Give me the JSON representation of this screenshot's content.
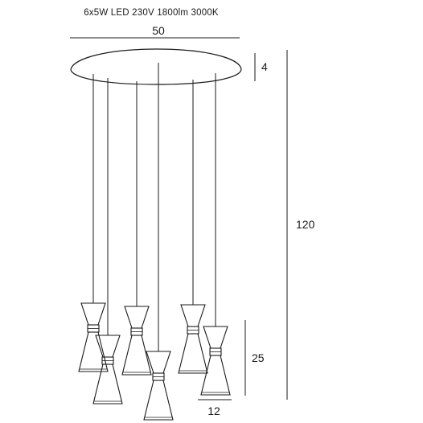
{
  "spec_line": "6x5W LED 230V 1800lm 3000K",
  "dimensions": {
    "canopy_diameter": "50",
    "canopy_height": "4",
    "total_height": "120",
    "shade_height": "25",
    "shade_width": "12"
  },
  "lamp_count": 6,
  "colors": {
    "line": "#1a1a1a",
    "background": "#ffffff"
  }
}
